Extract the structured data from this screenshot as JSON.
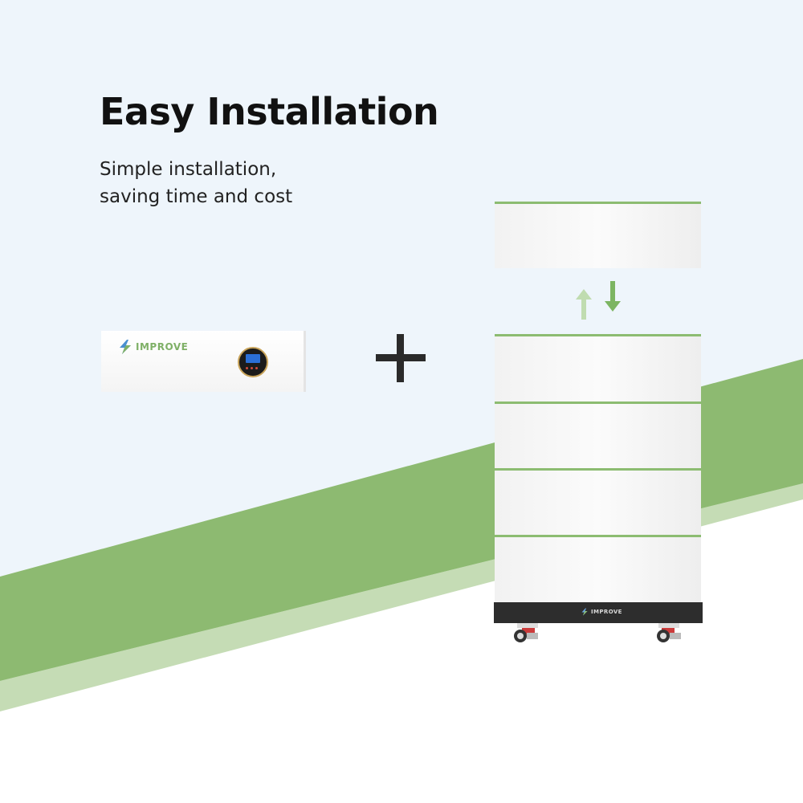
{
  "heading": {
    "title": "Easy Installation",
    "line1": "Simple installation,",
    "line2": "saving time and cost"
  },
  "inverter": {
    "brand": "IMPROVE",
    "logo_icon": "lightning-bolt-icon",
    "display_icon": "lcd-display-icon"
  },
  "battery": {
    "brand": "IMPROVE",
    "logo_icon": "lightning-bolt-icon",
    "stack_arrows": [
      "arrow-up-icon",
      "arrow-down-icon"
    ]
  },
  "colors": {
    "background_top": "#eef5fb",
    "accent_green": "#8cbc71",
    "light_green": "#c5dcb5",
    "text_dark": "#111111",
    "base_dark": "#2d2d2d"
  }
}
